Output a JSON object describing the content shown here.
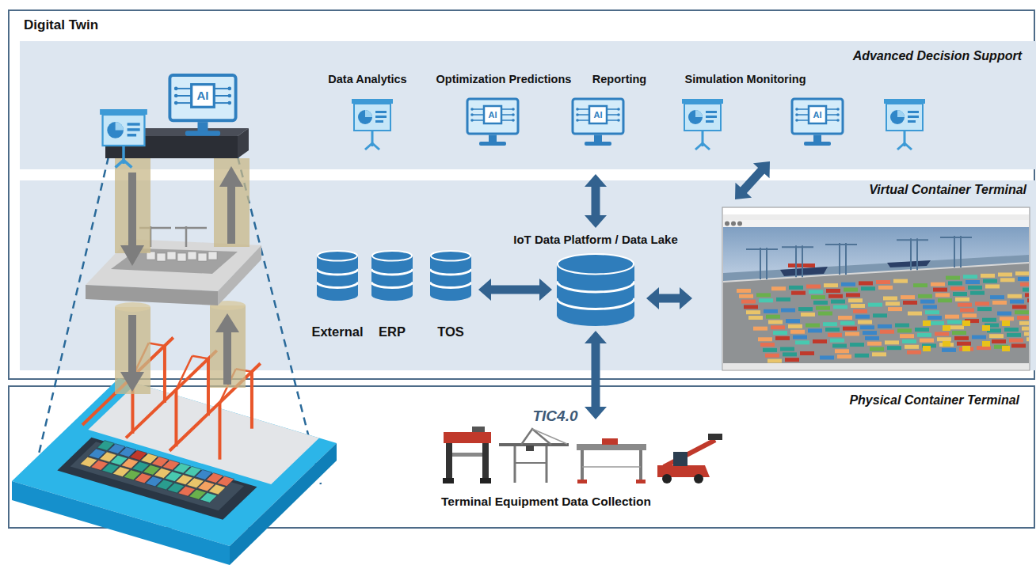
{
  "diagram": {
    "nodes": [
      {
        "text": [
          "Digital Twin"
        ]
      },
      {
        "text": [
          "Advanced Decision Support"
        ],
        "in": 0
      },
      {
        "text": [
          "Virtual Container Terminal"
        ],
        "in": 0
      },
      {
        "text": [
          "External"
        ],
        "in": 2
      },
      {
        "text": [
          "ERP"
        ],
        "in": 2
      },
      {
        "text": [
          "TOS"
        ],
        "in": 2
      },
      {
        "text": [
          "IoT Data Platform / Data Lake"
        ],
        "in": 2
      },
      {
        "text": [
          "Physical Container Terminal"
        ]
      },
      {
        "text": [
          "Terminal Equipment Data Collection"
        ],
        "in": 7
      }
    ],
    "edges": [
      {
        "from": 5,
        "to": 6,
        "arrow": "both"
      },
      {
        "from": 6,
        "to": 1,
        "arrow": "both"
      },
      {
        "from": 6,
        "to": 8,
        "arrow": "both"
      }
    ],
    "labels": [
      "Data Analytics",
      "Optimization Predictions",
      "Reporting",
      "Simulation Monitoring",
      "AI",
      "AI",
      "AI",
      "AI",
      "TIC4.0"
    ]
  }
}
